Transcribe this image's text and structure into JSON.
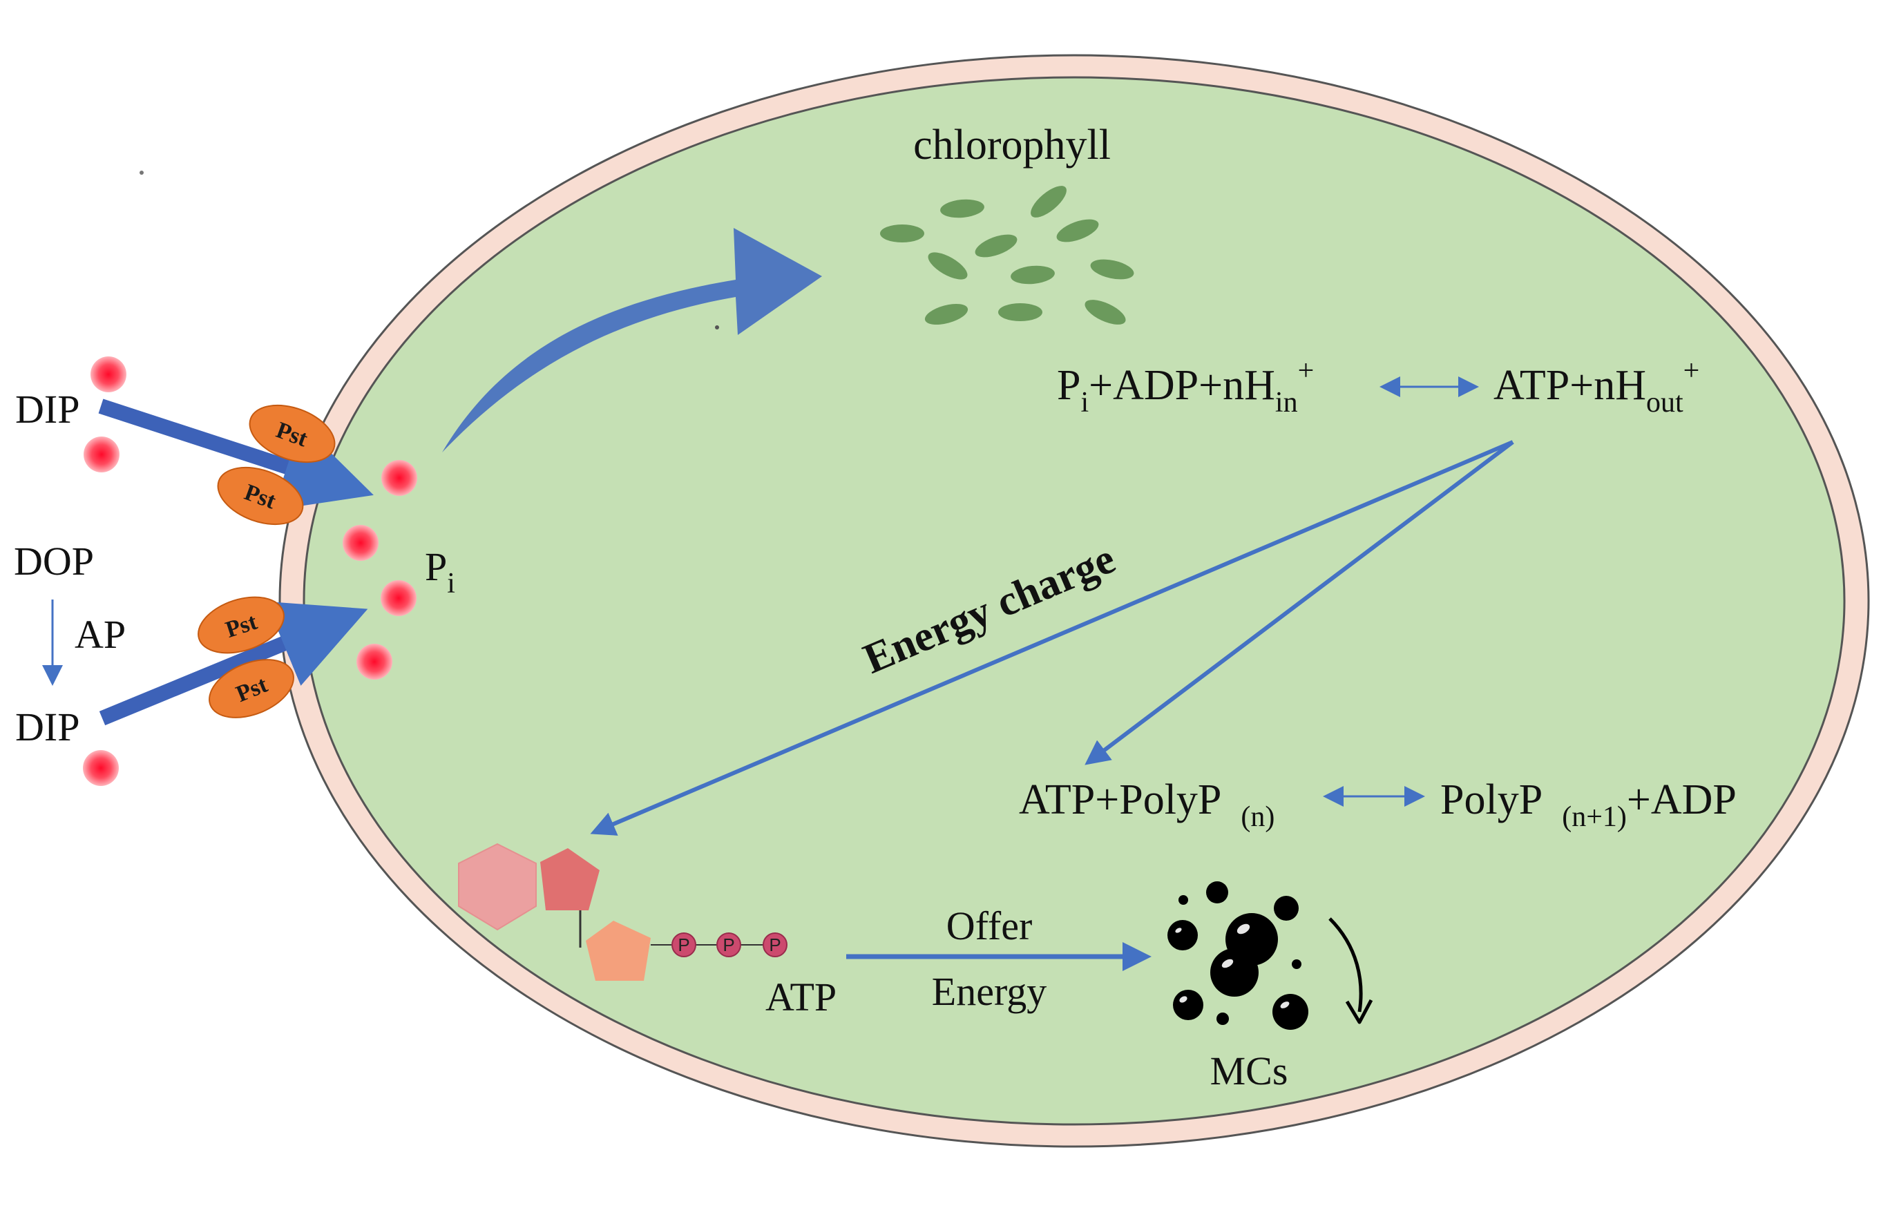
{
  "labels": {
    "chlorophyll": "chlorophyll",
    "dip_top": "DIP",
    "dop": "DOP",
    "ap": "AP",
    "dip_bottom": "DIP",
    "pi_main": "P",
    "pi_sub": "i",
    "pst": "Pst",
    "energy_charge": "Energy charge",
    "atp": "ATP",
    "offer": "Offer",
    "energy": "Energy",
    "mcs": "MCs",
    "p_letter": "P"
  },
  "equations": {
    "eq1_left_a": "P",
    "eq1_left_a_sub": "i",
    "eq1_left_b": "+ADP+nH",
    "eq1_left_b_sub": "in",
    "eq1_left_sup": "+",
    "eq1_right_a": "ATP+nH",
    "eq1_right_sub": "out",
    "eq1_right_sup": "+",
    "eq2_left": "ATP+PolyP",
    "eq2_left_sub": "(n)",
    "eq2_right": "PolyP",
    "eq2_right_sub": "(n+1)",
    "eq2_right_tail": "+ADP"
  },
  "colors": {
    "cell_fill": "#c5e0b4",
    "membrane": "#f8ddd2",
    "arrow_blue": "#4472c4",
    "pst_orange": "#ed7d31",
    "chlorophyll": "#6b9a5c",
    "phosphate_red": "#ff1a3a"
  }
}
